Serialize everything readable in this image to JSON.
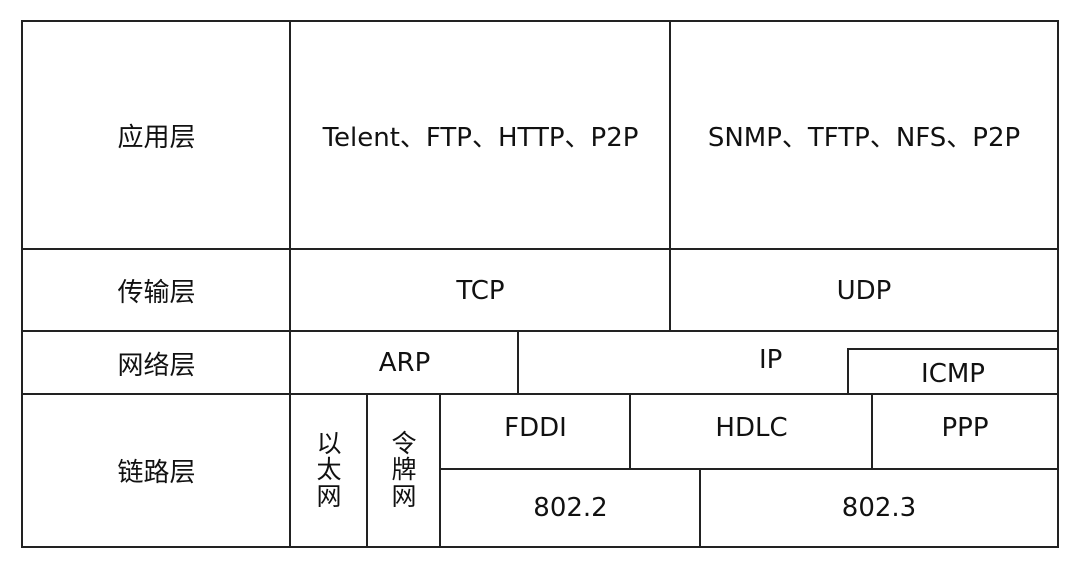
{
  "rows": {
    "application": {
      "label": "应用层",
      "left": "Telent、FTP、HTTP、P2P",
      "right": "SNMP、TFTP、NFS、P2P"
    },
    "transport": {
      "label": "传输层",
      "left": "TCP",
      "right": "UDP"
    },
    "network": {
      "label": "网络层",
      "arp": "ARP",
      "ip": "IP",
      "icmp": "ICMP"
    },
    "link": {
      "label": "链路层",
      "ethernet": [
        "以",
        "太",
        "网"
      ],
      "token_ring": [
        "令",
        "牌",
        "网"
      ],
      "fddi": "FDDI",
      "hdlc": "HDLC",
      "ppp": "PPP",
      "ieee_802_2": "802.2",
      "ieee_802_3": "802.3"
    }
  }
}
